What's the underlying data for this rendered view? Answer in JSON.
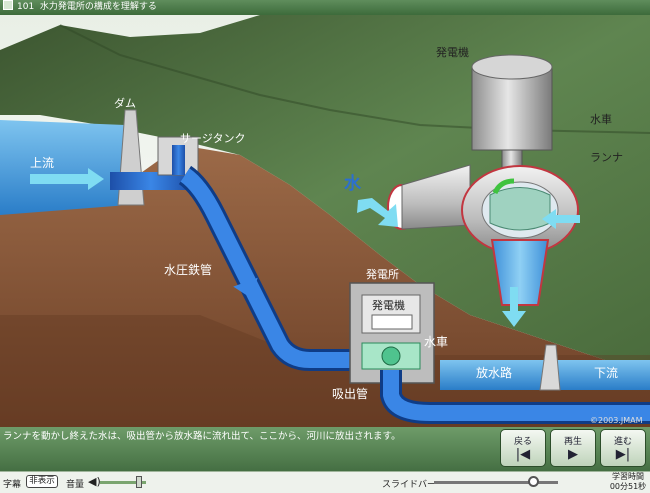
{
  "title": {
    "number": "101",
    "text": "水力発電所の構成を理解する"
  },
  "scene": {
    "labels": {
      "dam": "ダム",
      "surge_tank": "サージタンク",
      "upstream": "上流",
      "penstock": "水圧鉄管",
      "water_big": "水",
      "generator": "発電機",
      "water_wheel": "水車",
      "runner": "ランナ",
      "power_station": "発電所",
      "ps_generator": "発電機",
      "ps_wheel": "水車",
      "draft_tube": "吸出管",
      "tailrace": "放水路",
      "downstream": "下流",
      "copyright": "©2003.JMAM"
    }
  },
  "caption": {
    "text": "ランナを動かし終えた水は、吸出管から放水路に流れ出て、ここから、河川に放出されます。"
  },
  "nav": {
    "back": "戻る",
    "play": "再生",
    "next": "進む"
  },
  "bottom": {
    "subtitle_label": "字幕",
    "subtitle_toggle": "非表示",
    "volume_label": "音量",
    "volume_level": 0.85,
    "slider_label": "スライドバー",
    "slider_position": 0.8,
    "study_time_label": "学習時間",
    "study_time_value": "00分51秒"
  },
  "colors": {
    "titlebar": "#4f7d4c",
    "water": "#4aa8e0",
    "pipe": "#2d6fd0",
    "arrow": "#7fdcf2",
    "hill": "#5a7a47",
    "earth": "#8a5b3c"
  }
}
